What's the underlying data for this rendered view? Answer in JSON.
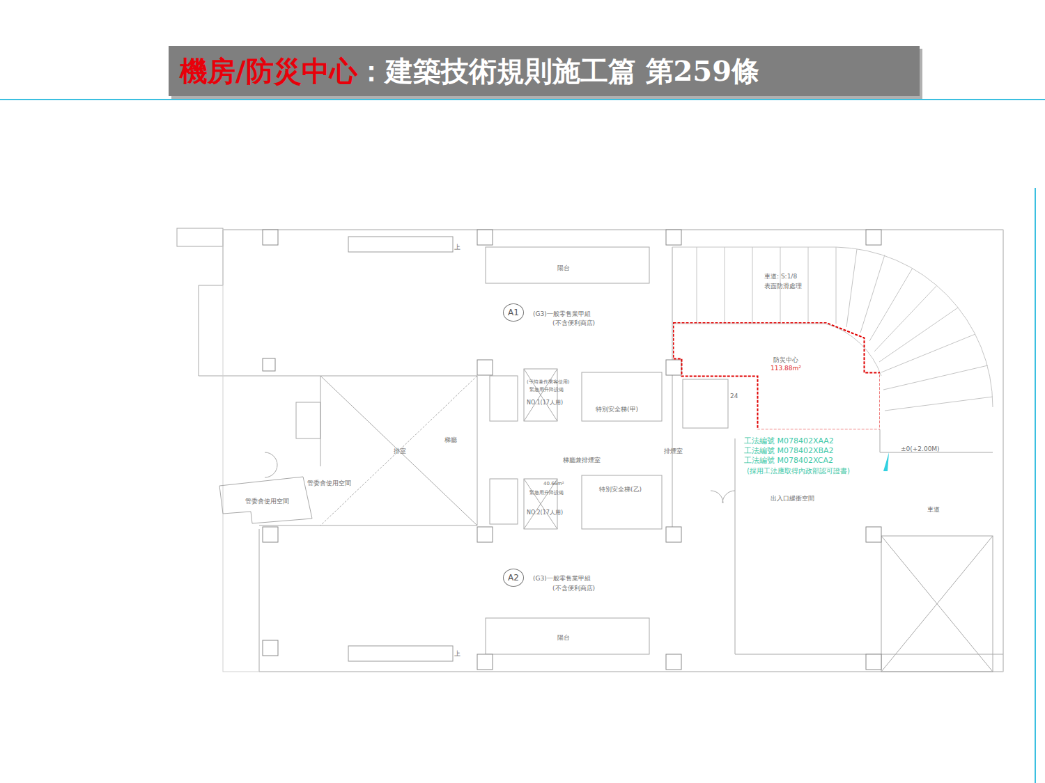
{
  "diagram": {
    "nodes": [
      {
        "text": [
          "機房/防災中心",
          "：建築技術規則施工篇 第259條"
        ]
      },
      {
        "text": [
          "A1"
        ]
      },
      {
        "text": [
          "A2"
        ]
      },
      {
        "text": [
          "防災中心",
          "113.88m²"
        ]
      }
    ],
    "labels": [
      "陽台",
      "陽台",
      "(G3)一般零售業甲組",
      "(不含便利商店)",
      "(G3)一般零售業甲組",
      "(不含便利商店)",
      "車道: S:1/8",
      "表面防滑處理",
      "梯廳",
      "排室",
      "梯廳兼排煙室",
      "排煙室",
      "特別安全梯(甲)",
      "特別安全梯(乙)",
      "24",
      "工法編號 M078402XAA2",
      "工法編號 M078402XBA2",
      "工法編號 M078402XCA2",
      "(採用工法應取得內政部認可證書)",
      "±0(+2.00M)",
      "出入口緩衝空間",
      "車道",
      "管委會使用空間",
      "管委會使用空間",
      "上",
      "上",
      "(平時兼作乘客使用)",
      "緊急用升降設備",
      "NO.1(17人用)",
      "40.66m²",
      "緊急用升降設備",
      "NO.2(17人用)"
    ]
  }
}
